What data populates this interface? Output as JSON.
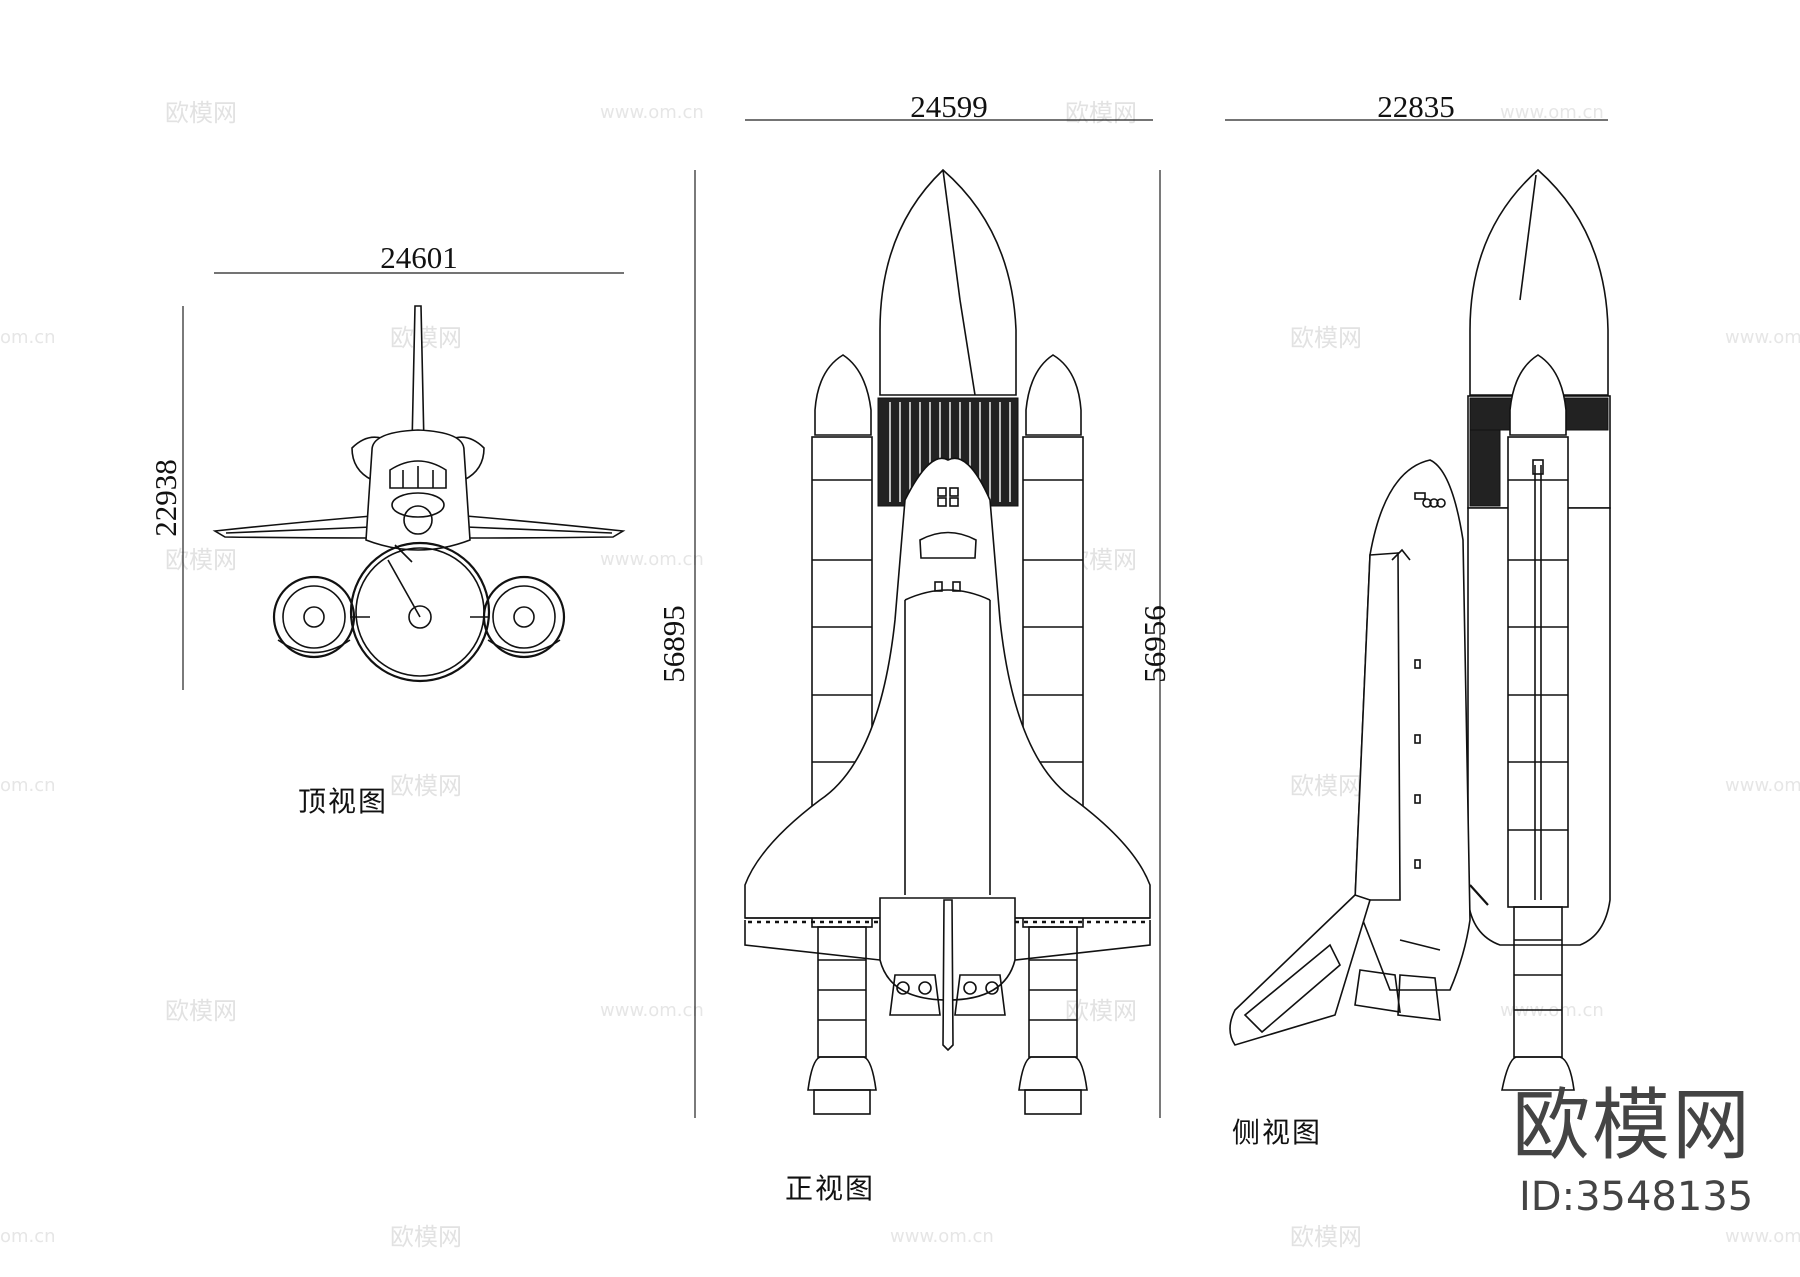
{
  "drawing": {
    "top_view": {
      "caption": "顶视图",
      "width_dim": "24601",
      "height_dim": "22938"
    },
    "front_view": {
      "caption": "正视图",
      "width_dim": "24599",
      "height_dim": "56895"
    },
    "side_view": {
      "caption": "侧视图",
      "width_dim": "22835",
      "height_dim": "56956"
    }
  },
  "watermark": {
    "logo_text": "欧模网",
    "url": "www.om.cn",
    "url_short": "om.cn"
  },
  "brand": {
    "name": "欧模网",
    "id_label": "ID:3548135"
  },
  "colors": {
    "line": "#111111",
    "watermark": "#e2e2e2",
    "brand": "#444444"
  }
}
